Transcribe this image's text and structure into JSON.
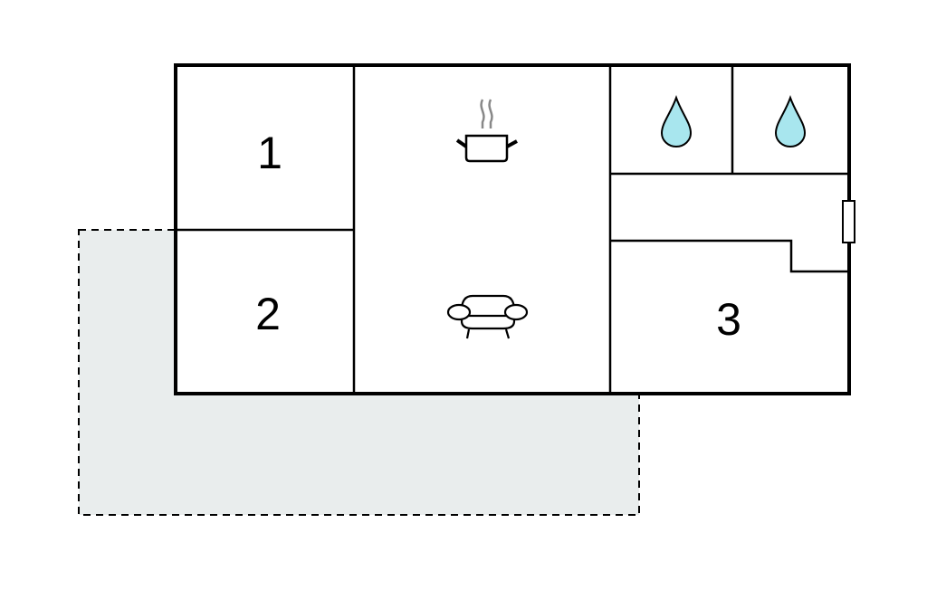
{
  "rooms": {
    "room1": "1",
    "room2": "2",
    "room3": "3"
  },
  "icons": {
    "kitchen": "cooking-pot-icon",
    "living": "sofa-icon",
    "bathroom1": "water-drop-icon",
    "bathroom2": "water-drop-icon"
  },
  "colors": {
    "walls": "#000000",
    "terrace_fill": "#e9eded",
    "water": "#a8e6ee",
    "steam": "#888888"
  }
}
